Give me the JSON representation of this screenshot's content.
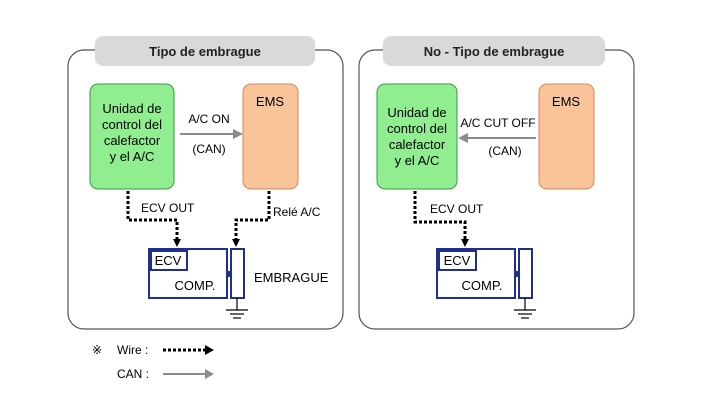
{
  "panels": [
    {
      "title": "Tipo de embrague",
      "controller_lines": [
        "Unidad de",
        "control del",
        "calefactor",
        "y el A/C"
      ],
      "ems_label": "EMS",
      "can_signal_label": "A/C ON",
      "can_sub_label": "(CAN)",
      "ecv_out_label": "ECV OUT",
      "relay_label": "Relé A/C",
      "ecv_label": "ECV",
      "comp_label": "COMP.",
      "clutch_label": "EMBRAGUE"
    },
    {
      "title": "No - Tipo de embrague",
      "controller_lines": [
        "Unidad de",
        "control del",
        "calefactor",
        "y el A/C"
      ],
      "ems_label": "EMS",
      "can_signal_label": "A/C CUT OFF",
      "can_sub_label": "(CAN)",
      "ecv_out_label": "ECV OUT",
      "ecv_label": "ECV",
      "comp_label": "COMP."
    }
  ],
  "legend": {
    "note_symbol": "※",
    "wire_label": "Wire :",
    "can_label": "CAN :"
  },
  "colors": {
    "controller_fill": "#90ee90",
    "controller_stroke": "#3a9a3a",
    "ems_fill": "#f9c49a",
    "ems_stroke": "#d08a55",
    "title_tab_fill": "#d9d9d9",
    "panel_stroke": "#555555",
    "can_arrow": "#8c8c8c",
    "compressor_stroke": "#1f2f8f"
  }
}
